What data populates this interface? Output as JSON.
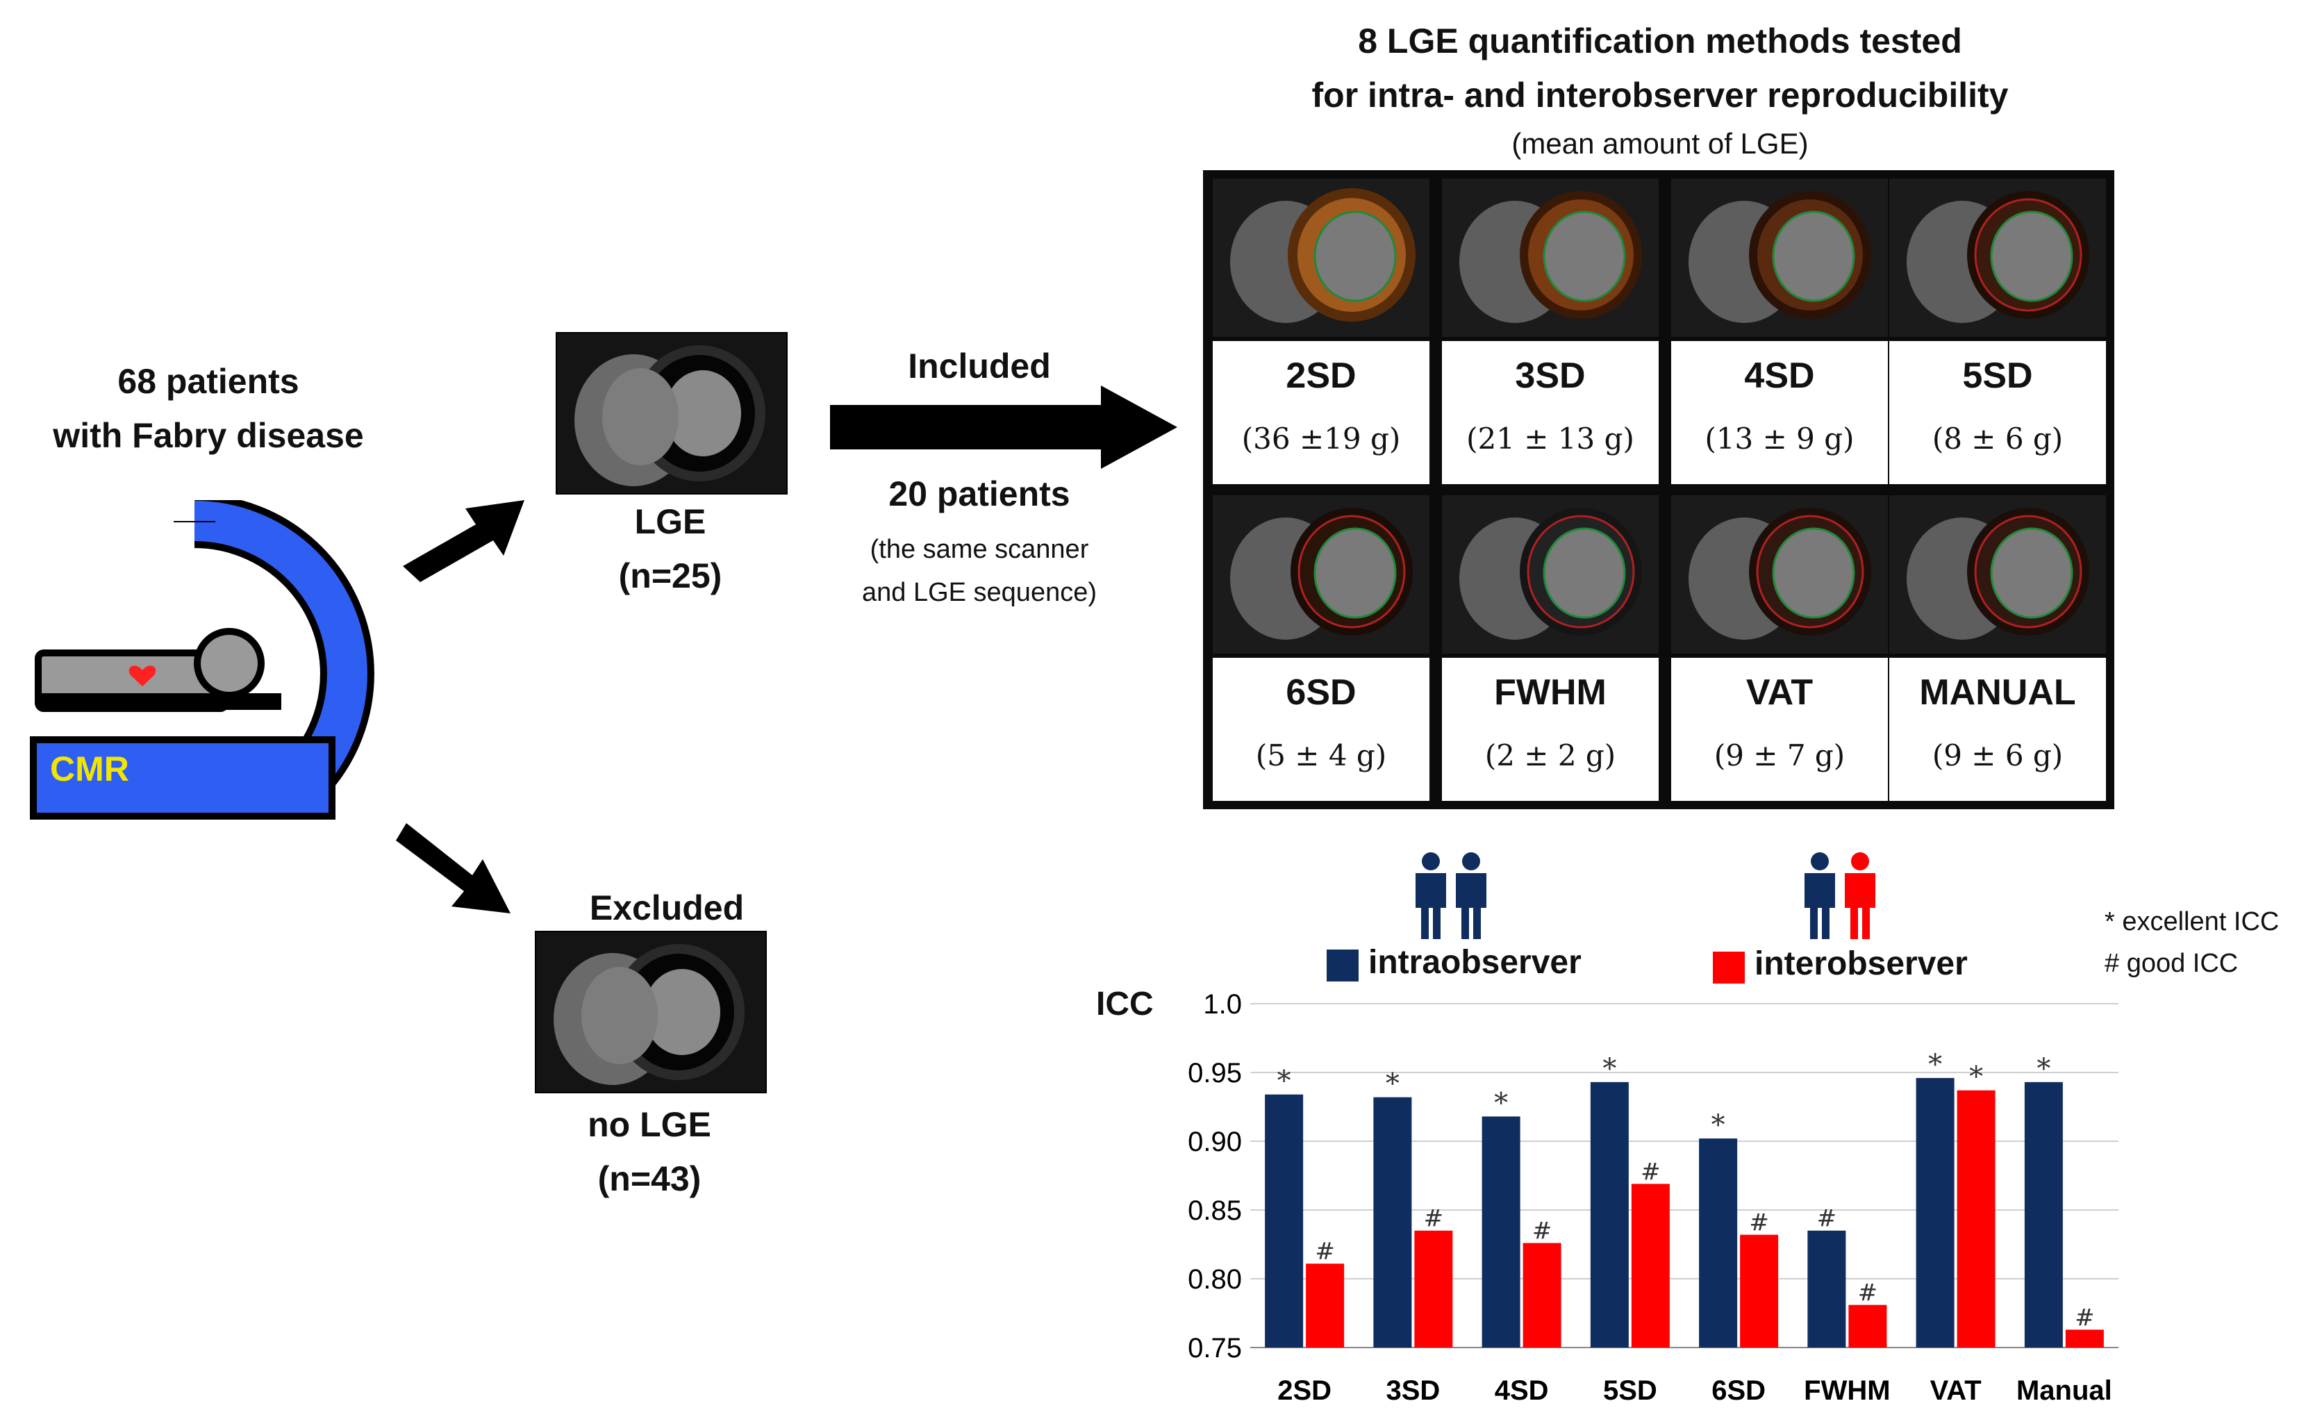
{
  "left": {
    "title_line1": "68 patients",
    "title_line2": "with Fabry disease",
    "scanner_label": "CMR"
  },
  "lge_group": {
    "label": "LGE",
    "count": "(n=25)"
  },
  "excluded_group": {
    "heading": "Excluded",
    "label": "no LGE",
    "count": "(n=43)"
  },
  "included": {
    "label": "Included",
    "count": "20 patients",
    "note_line1": "(the same scanner",
    "note_line2": "and LGE sequence)"
  },
  "methods_panel": {
    "title_line1": "8 LGE quantification methods tested",
    "title_line2": "for intra- and interobserver reproducibility",
    "subtitle": "(mean amount of LGE)",
    "methods": [
      {
        "name": "2SD",
        "value": "(36 ±19 g)"
      },
      {
        "name": "3SD",
        "value": "(21 ± 13 g)"
      },
      {
        "name": "4SD",
        "value": "(13 ± 9 g)"
      },
      {
        "name": "5SD",
        "value": "(8 ± 6 g)"
      },
      {
        "name": "6SD",
        "value": "(5 ± 4 g)"
      },
      {
        "name": "FWHM",
        "value": "(2 ± 2 g)"
      },
      {
        "name": "VAT",
        "value": "(9 ± 7 g)"
      },
      {
        "name": "MANUAL",
        "value": "(9 ± 6 g)"
      }
    ]
  },
  "legend": {
    "intra": "intraobserver",
    "inter": "interobserver",
    "excellent": "* excellent ICC",
    "good": "# good ICC"
  },
  "colors": {
    "intra": "#0f2d5e",
    "inter": "#ff0000",
    "scanner_blue": "#2f5ff2",
    "cmr_text": "#f2e600"
  },
  "chart_data": {
    "type": "bar",
    "ylabel": "ICC",
    "ylim": [
      0.75,
      1.0
    ],
    "yticks": [
      "0.75",
      "0.80",
      "0.85",
      "0.90",
      "0.95",
      "1.0"
    ],
    "categories": [
      "2SD",
      "3SD",
      "4SD",
      "5SD",
      "6SD",
      "FWHM",
      "VAT",
      "Manual"
    ],
    "series": [
      {
        "name": "intraobserver",
        "values": [
          0.934,
          0.932,
          0.918,
          0.943,
          0.902,
          0.835,
          0.946,
          0.943
        ],
        "marks": [
          "*",
          "*",
          "*",
          "*",
          "*",
          "#",
          "*",
          "*"
        ]
      },
      {
        "name": "interobserver",
        "values": [
          0.811,
          0.835,
          0.826,
          0.869,
          0.832,
          0.781,
          0.937,
          0.763
        ],
        "marks": [
          "#",
          "#",
          "#",
          "#",
          "#",
          "#",
          "*",
          "#"
        ]
      }
    ],
    "grid": true
  }
}
